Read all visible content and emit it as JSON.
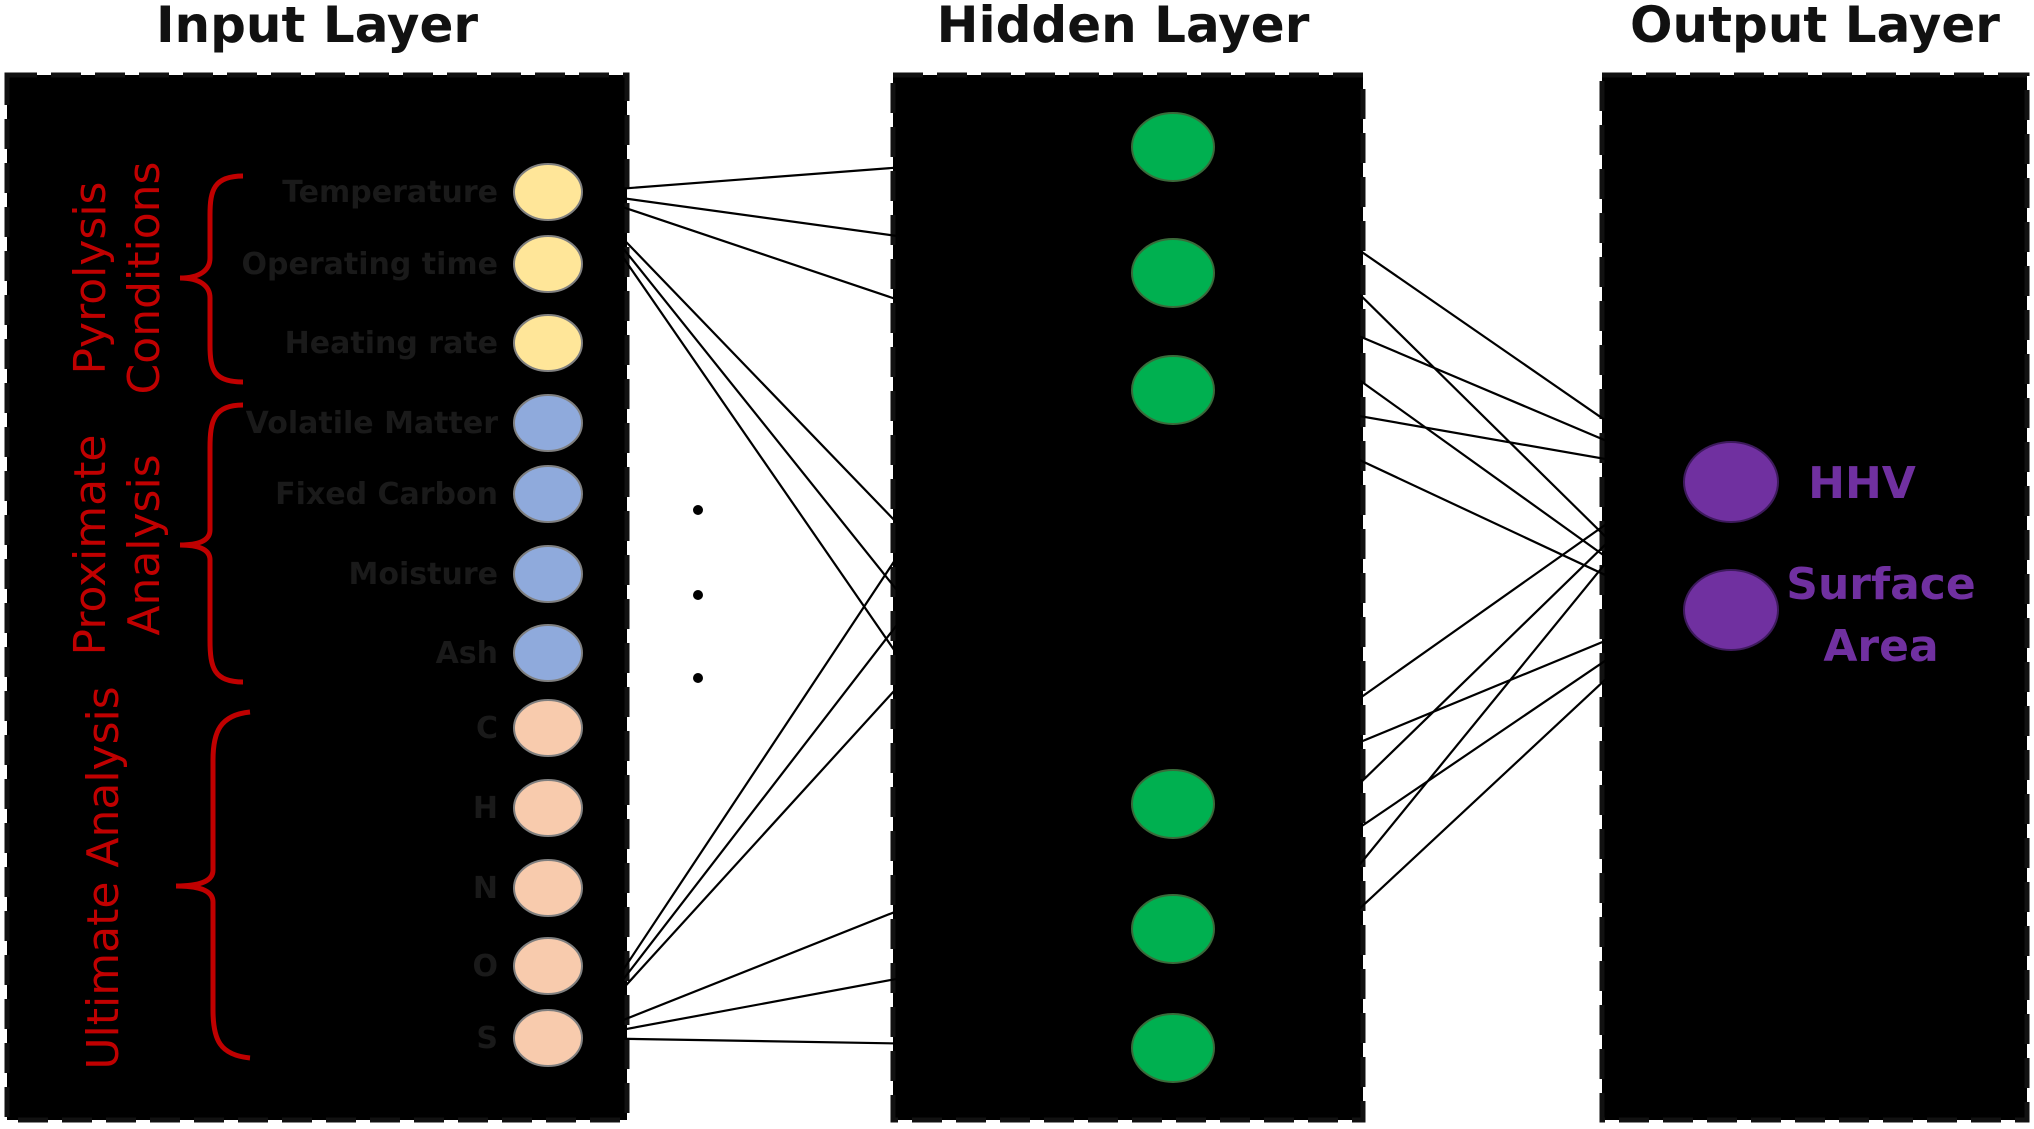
{
  "titles": {
    "input": "Input Layer",
    "hidden": "Hidden Layer",
    "output": "Output Layer"
  },
  "groups": {
    "pyrolysis": [
      "Pyrolysis",
      "Conditions"
    ],
    "proximate": [
      "Proximate",
      "Analysis"
    ],
    "ultimate": "Ultimate Analysis"
  },
  "inputs": [
    {
      "label": "Temperature",
      "group": "pyrolysis"
    },
    {
      "label": "Operating time",
      "group": "pyrolysis"
    },
    {
      "label": "Heating rate",
      "group": "pyrolysis"
    },
    {
      "label": "Volatile Matter",
      "group": "proximate"
    },
    {
      "label": "Fixed Carbon",
      "group": "proximate"
    },
    {
      "label": "Moisture",
      "group": "proximate"
    },
    {
      "label": "Ash",
      "group": "proximate"
    },
    {
      "label": "C",
      "group": "ultimate"
    },
    {
      "label": "H",
      "group": "ultimate"
    },
    {
      "label": "N",
      "group": "ultimate"
    },
    {
      "label": "O",
      "group": "ultimate"
    },
    {
      "label": "S",
      "group": "ultimate"
    }
  ],
  "outputs": [
    {
      "label": [
        "HHV"
      ]
    },
    {
      "label": [
        "Surface",
        "Area"
      ]
    }
  ],
  "colors": {
    "input_panel": "#dae3f3",
    "hidden_panel": "#e2efda",
    "output_panel": "#fbe5d6",
    "pyrolysis_node": "#ffe699",
    "proximate_node": "#8faadc",
    "ultimate_node": "#f8cbad",
    "hidden_node": "#00b050",
    "output_node": "#7030a0",
    "group_label": "#c00000",
    "output_label": "#7030a0"
  }
}
